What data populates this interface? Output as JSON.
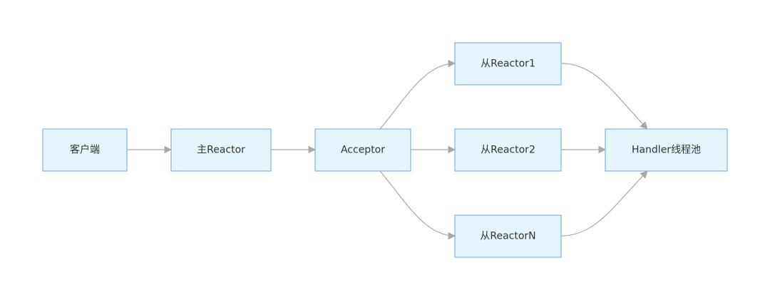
{
  "diagram": {
    "nodes": {
      "client": "客户端",
      "main_reactor": "主Reactor",
      "acceptor": "Acceptor",
      "sub_reactor_1": "从Reactor1",
      "sub_reactor_2": "从Reactor2",
      "sub_reactor_n": "从ReactorN",
      "handler_pool": "Handler线程池"
    },
    "edges": [
      {
        "from": "client",
        "to": "main_reactor"
      },
      {
        "from": "main_reactor",
        "to": "acceptor"
      },
      {
        "from": "acceptor",
        "to": "sub_reactor_1"
      },
      {
        "from": "acceptor",
        "to": "sub_reactor_2"
      },
      {
        "from": "acceptor",
        "to": "sub_reactor_n"
      },
      {
        "from": "sub_reactor_1",
        "to": "handler_pool"
      },
      {
        "from": "sub_reactor_2",
        "to": "handler_pool"
      },
      {
        "from": "sub_reactor_n",
        "to": "handler_pool"
      }
    ],
    "colors": {
      "node_fill": "#e6f4fd",
      "node_border": "#7fb3ec",
      "edge": "#a8a8a8",
      "text": "#333333"
    }
  }
}
